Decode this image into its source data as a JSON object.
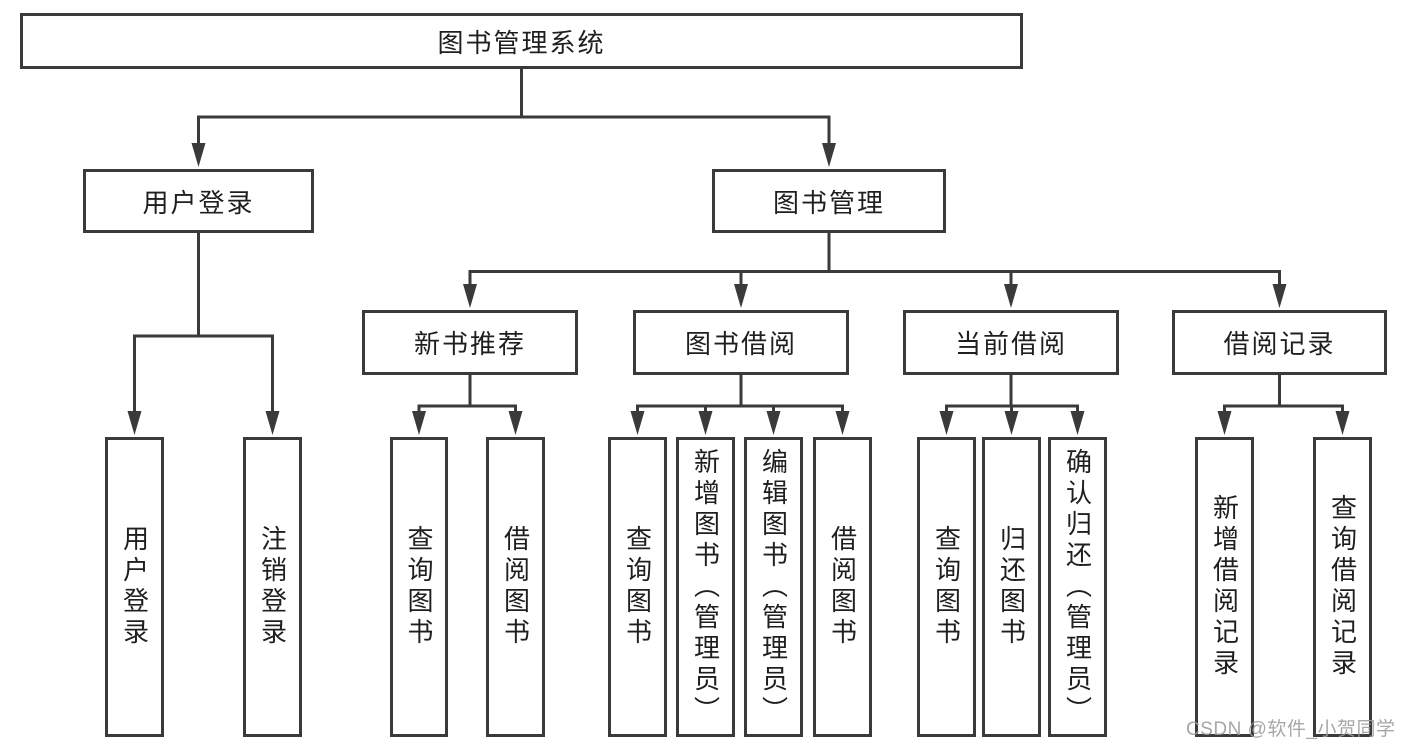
{
  "tree": {
    "root": "图书管理系统",
    "children": [
      {
        "label": "用户登录",
        "children": [
          "用户登录",
          "注销登录"
        ]
      },
      {
        "label": "图书管理",
        "children": [
          {
            "label": "新书推荐",
            "children": [
              "查询图书",
              "借阅图书"
            ]
          },
          {
            "label": "图书借阅",
            "children": [
              "查询图书",
              "新增图书（管理员）",
              "编辑图书（管理员）",
              "借阅图书"
            ]
          },
          {
            "label": "当前借阅",
            "children": [
              "查询图书",
              "归还图书",
              "确认归还（管理员）"
            ]
          },
          {
            "label": "借阅记录",
            "children": [
              "新增借阅记录",
              "查询借阅记录"
            ]
          }
        ]
      }
    ]
  },
  "watermark": "CSDN @软件_小贺同学",
  "colors": {
    "line": "#3a3a3a",
    "box_fill": "#ffffff",
    "label_text": "#1f1f1f",
    "watermark_text": "#9c9c9c",
    "background": "#ffffff"
  }
}
